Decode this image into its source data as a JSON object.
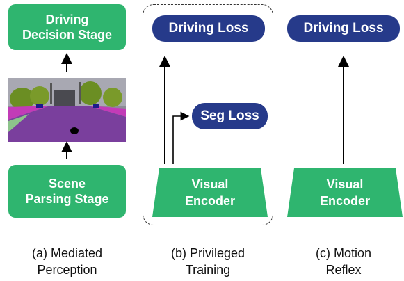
{
  "panel_a": {
    "top_box": [
      "Driving",
      "Decision Stage"
    ],
    "bottom_box": [
      "Scene",
      "Parsing Stage"
    ],
    "caption": [
      "(a) Mediated",
      "Perception"
    ]
  },
  "panel_b": {
    "loss_box": "Driving Loss",
    "seg_box": "Seg Loss",
    "encoder": [
      "Visual",
      "Encoder"
    ],
    "caption": [
      "(b) Privileged",
      "Training"
    ]
  },
  "panel_c": {
    "loss_box": "Driving Loss",
    "encoder": [
      "Visual",
      "Encoder"
    ],
    "caption": [
      "(c) Motion",
      "Reflex"
    ]
  },
  "colors": {
    "green": "#2fb56f",
    "navy": "#263a8a",
    "road_purple": "#7a3f9d",
    "sidewalk_magenta": "#c23bb7",
    "vegetation_green": "#6b8e23",
    "sky_gray": "#9a9aa0"
  }
}
